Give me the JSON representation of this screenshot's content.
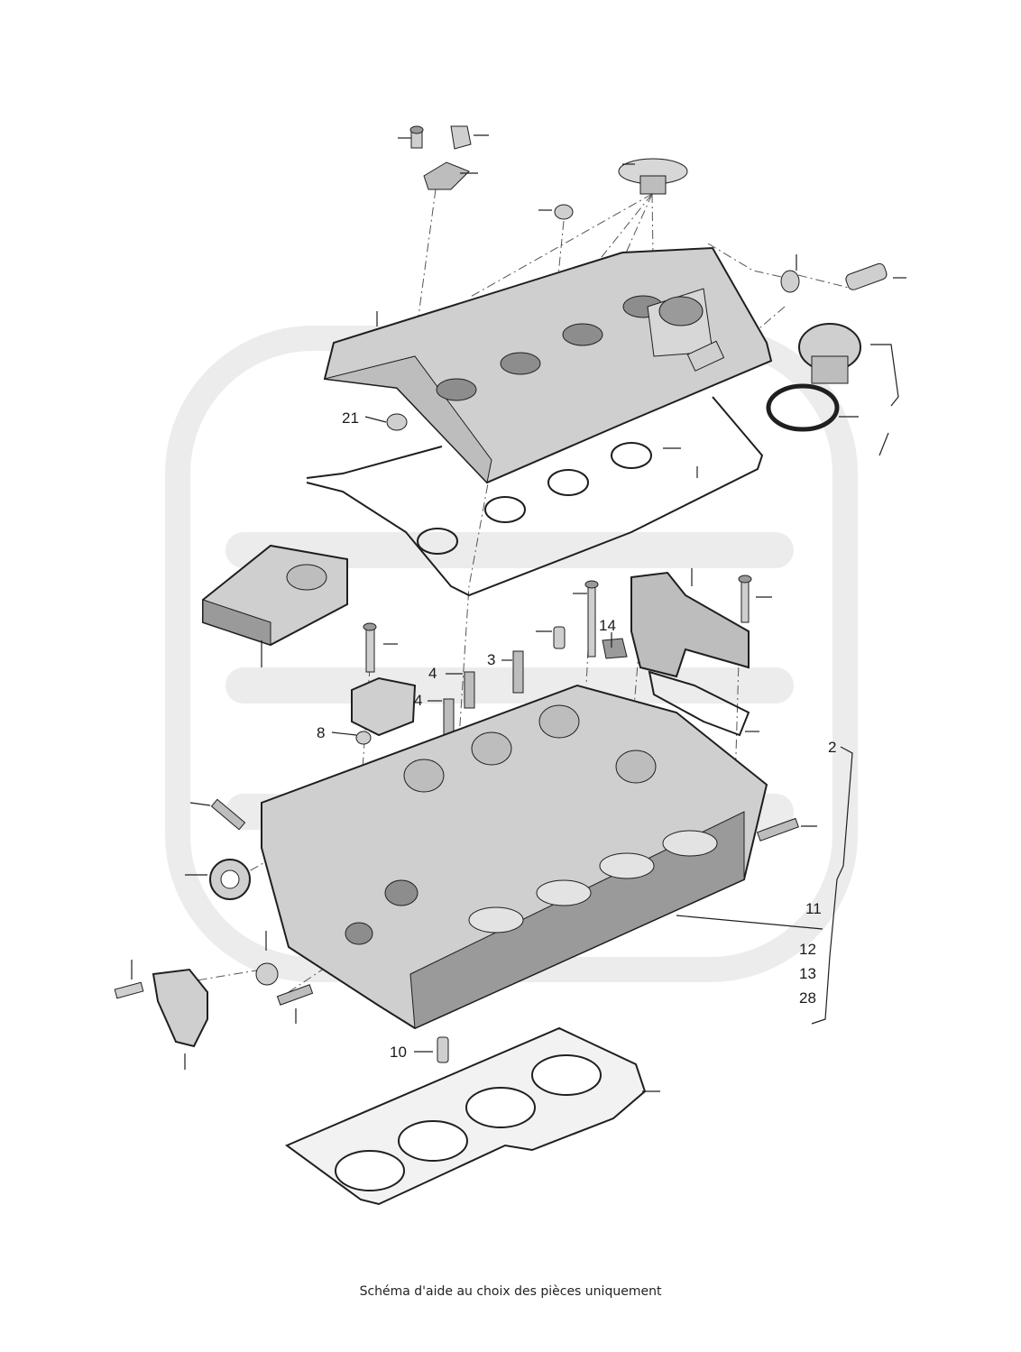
{
  "diagram": {
    "callouts": {
      "c21": "21",
      "c14": "14",
      "c3": "3",
      "c4a": "4",
      "c4b": "4",
      "c8": "8",
      "c2": "2",
      "c11": "11",
      "c12": "12",
      "c13": "13",
      "c28": "28",
      "c10": "10"
    },
    "colors": {
      "part_fill": "#cfcfcf",
      "part_dark": "#9a9a9a",
      "outline": "#1f1f1f",
      "watermark": "#ececec"
    }
  },
  "footer": {
    "caption": "Schéma d'aide au choix des pièces uniquement"
  }
}
